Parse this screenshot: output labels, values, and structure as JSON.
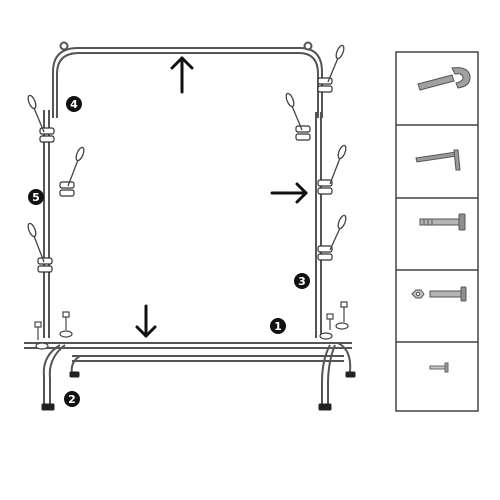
{
  "diagram": {
    "step_numbers": [
      "1",
      "2",
      "3",
      "4",
      "5"
    ],
    "arrows": [
      "arrow-up",
      "arrow-right",
      "arrow-down"
    ],
    "parts_panel": {
      "items": [
        {
          "icon": "wrench-icon"
        },
        {
          "icon": "allen-key-icon"
        },
        {
          "icon": "long-bolt-icon"
        },
        {
          "icon": "bolt-with-nut-icon"
        },
        {
          "icon": "short-screw-icon"
        }
      ]
    },
    "colors": {
      "line": "#555555",
      "fill_dark": "#111111",
      "panel_border": "#444444",
      "metal": "#9a9a9a"
    }
  }
}
